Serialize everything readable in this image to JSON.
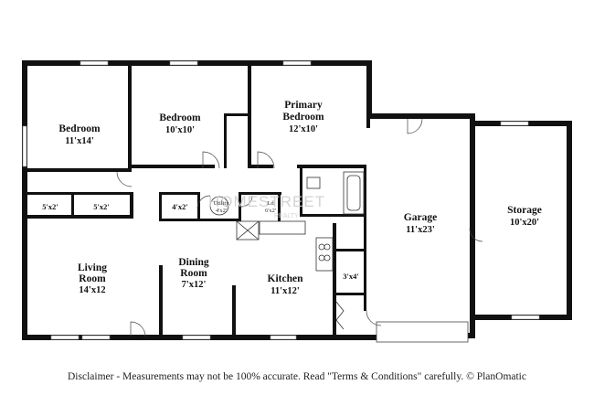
{
  "rooms": {
    "bedroom_left": {
      "label": "Bedroom",
      "size": "11'x14'"
    },
    "bedroom_middle": {
      "label": "Bedroom",
      "size": "10'x10'"
    },
    "primary_bedroom": {
      "label_line1": "Primary",
      "label_line2": "Bedroom",
      "size": "12'x10'"
    },
    "closet_1": {
      "size": "5'x2'"
    },
    "closet_2": {
      "size": "5'x2'"
    },
    "closet_3": {
      "size": "4'x2'"
    },
    "utility": {
      "label": "Utility",
      "size": "4'x2'"
    },
    "laundry": {
      "label": "Ld",
      "size": "6'x2'"
    },
    "living_room": {
      "label_line1": "Living",
      "label_line2": "Room",
      "size": "14'x12"
    },
    "dining_room": {
      "label_line1": "Dining",
      "label_line2": "Room",
      "size": "7'x12'"
    },
    "kitchen": {
      "label": "Kitchen",
      "size": "11'x12'"
    },
    "pantry": {
      "size": "3'x4'"
    },
    "garage": {
      "label": "Garage",
      "size": "11'x23'"
    },
    "storage": {
      "label": "Storage",
      "size": "10'x20'"
    }
  },
  "watermark": {
    "text": "HOMESTREET",
    "sub": "REALTY"
  },
  "disclaimer": "Disclaimer - Measurements may not be 100% accurate. Read \"Terms & Conditions\" carefully. © PlanOmatic",
  "colors": {
    "wall": "#111111",
    "window": "#ffffff",
    "background": "#ffffff"
  }
}
